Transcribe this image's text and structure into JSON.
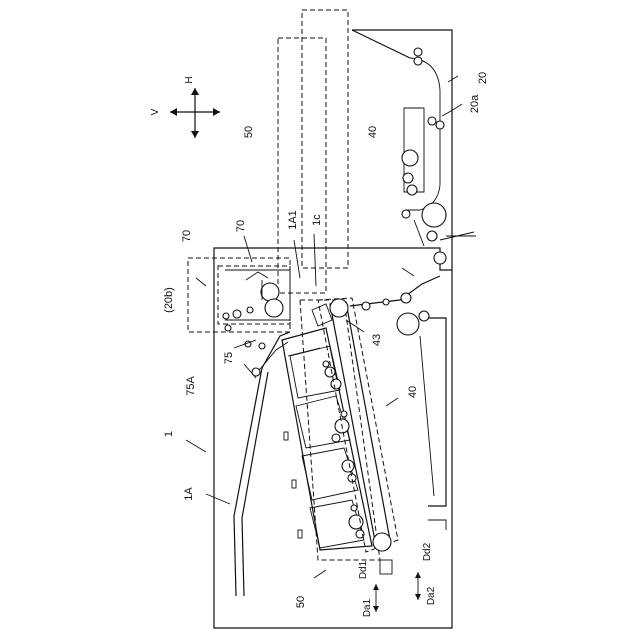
{
  "labels": {
    "ref_20": "20",
    "ref_20a": "20a",
    "ref_20b": "(20b)",
    "ref_70_outer": "70",
    "ref_70_inner": "70",
    "ref_50_top": "50",
    "ref_40_top": "40",
    "ref_1A1": "1A1",
    "ref_1c": "1c",
    "ref_43": "43",
    "ref_75": "75",
    "ref_75A": "75A",
    "ref_40_mid": "40",
    "ref_1": "1",
    "ref_1A": "1A",
    "ref_50_bottom": "50",
    "dir_V": "V",
    "dir_H": "H",
    "dir_Dd1": "Dd1",
    "dir_Dd2": "Dd2",
    "dir_Da1": "Da1",
    "dir_Da2": "Da2"
  }
}
